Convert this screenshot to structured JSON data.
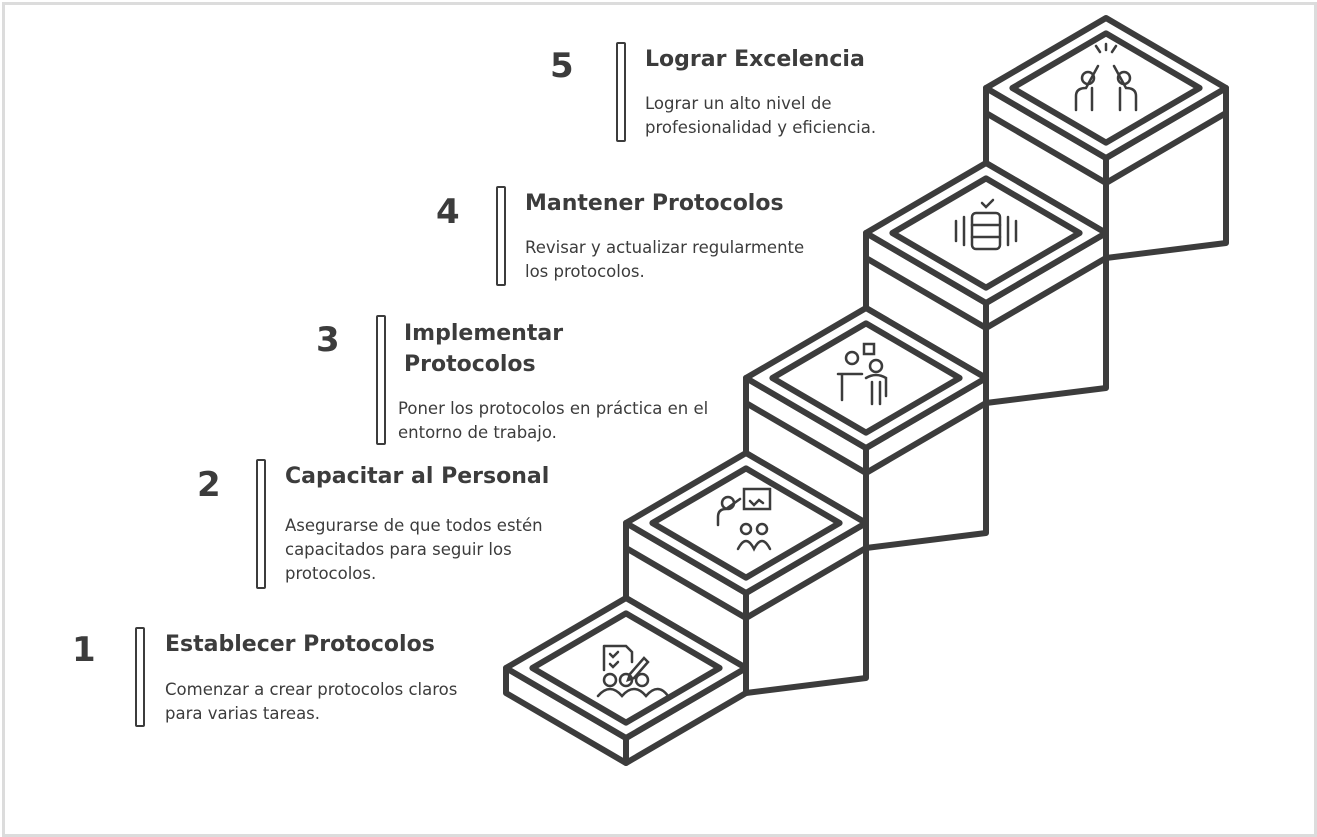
{
  "steps": [
    {
      "number": "1",
      "title": "Establecer Protocolos",
      "description": "Comenzar a crear protocolos claros para varias tareas.",
      "icon": "checklist-team-icon"
    },
    {
      "number": "2",
      "title": "Capacitar al Personal",
      "description": "Asegurarse de que todos estén capacitados para seguir los protocolos.",
      "icon": "presentation-training-icon"
    },
    {
      "number": "3",
      "title": "Implementar Protocolos",
      "description": "Poner los protocolos en práctica en el entorno de trabajo.",
      "icon": "teamwork-implement-icon"
    },
    {
      "number": "4",
      "title": "Mantener Protocolos",
      "description": "Revisar y actualizar regularmente los protocolos.",
      "icon": "database-check-icon"
    },
    {
      "number": "5",
      "title": "Lograr Excelencia",
      "description": "Lograr un alto nivel de profesionalidad y eficiencia.",
      "icon": "high-five-icon"
    }
  ],
  "colors": {
    "stroke": "#3c3c3c",
    "background": "#ffffff",
    "frame": "#dcdcdc"
  }
}
